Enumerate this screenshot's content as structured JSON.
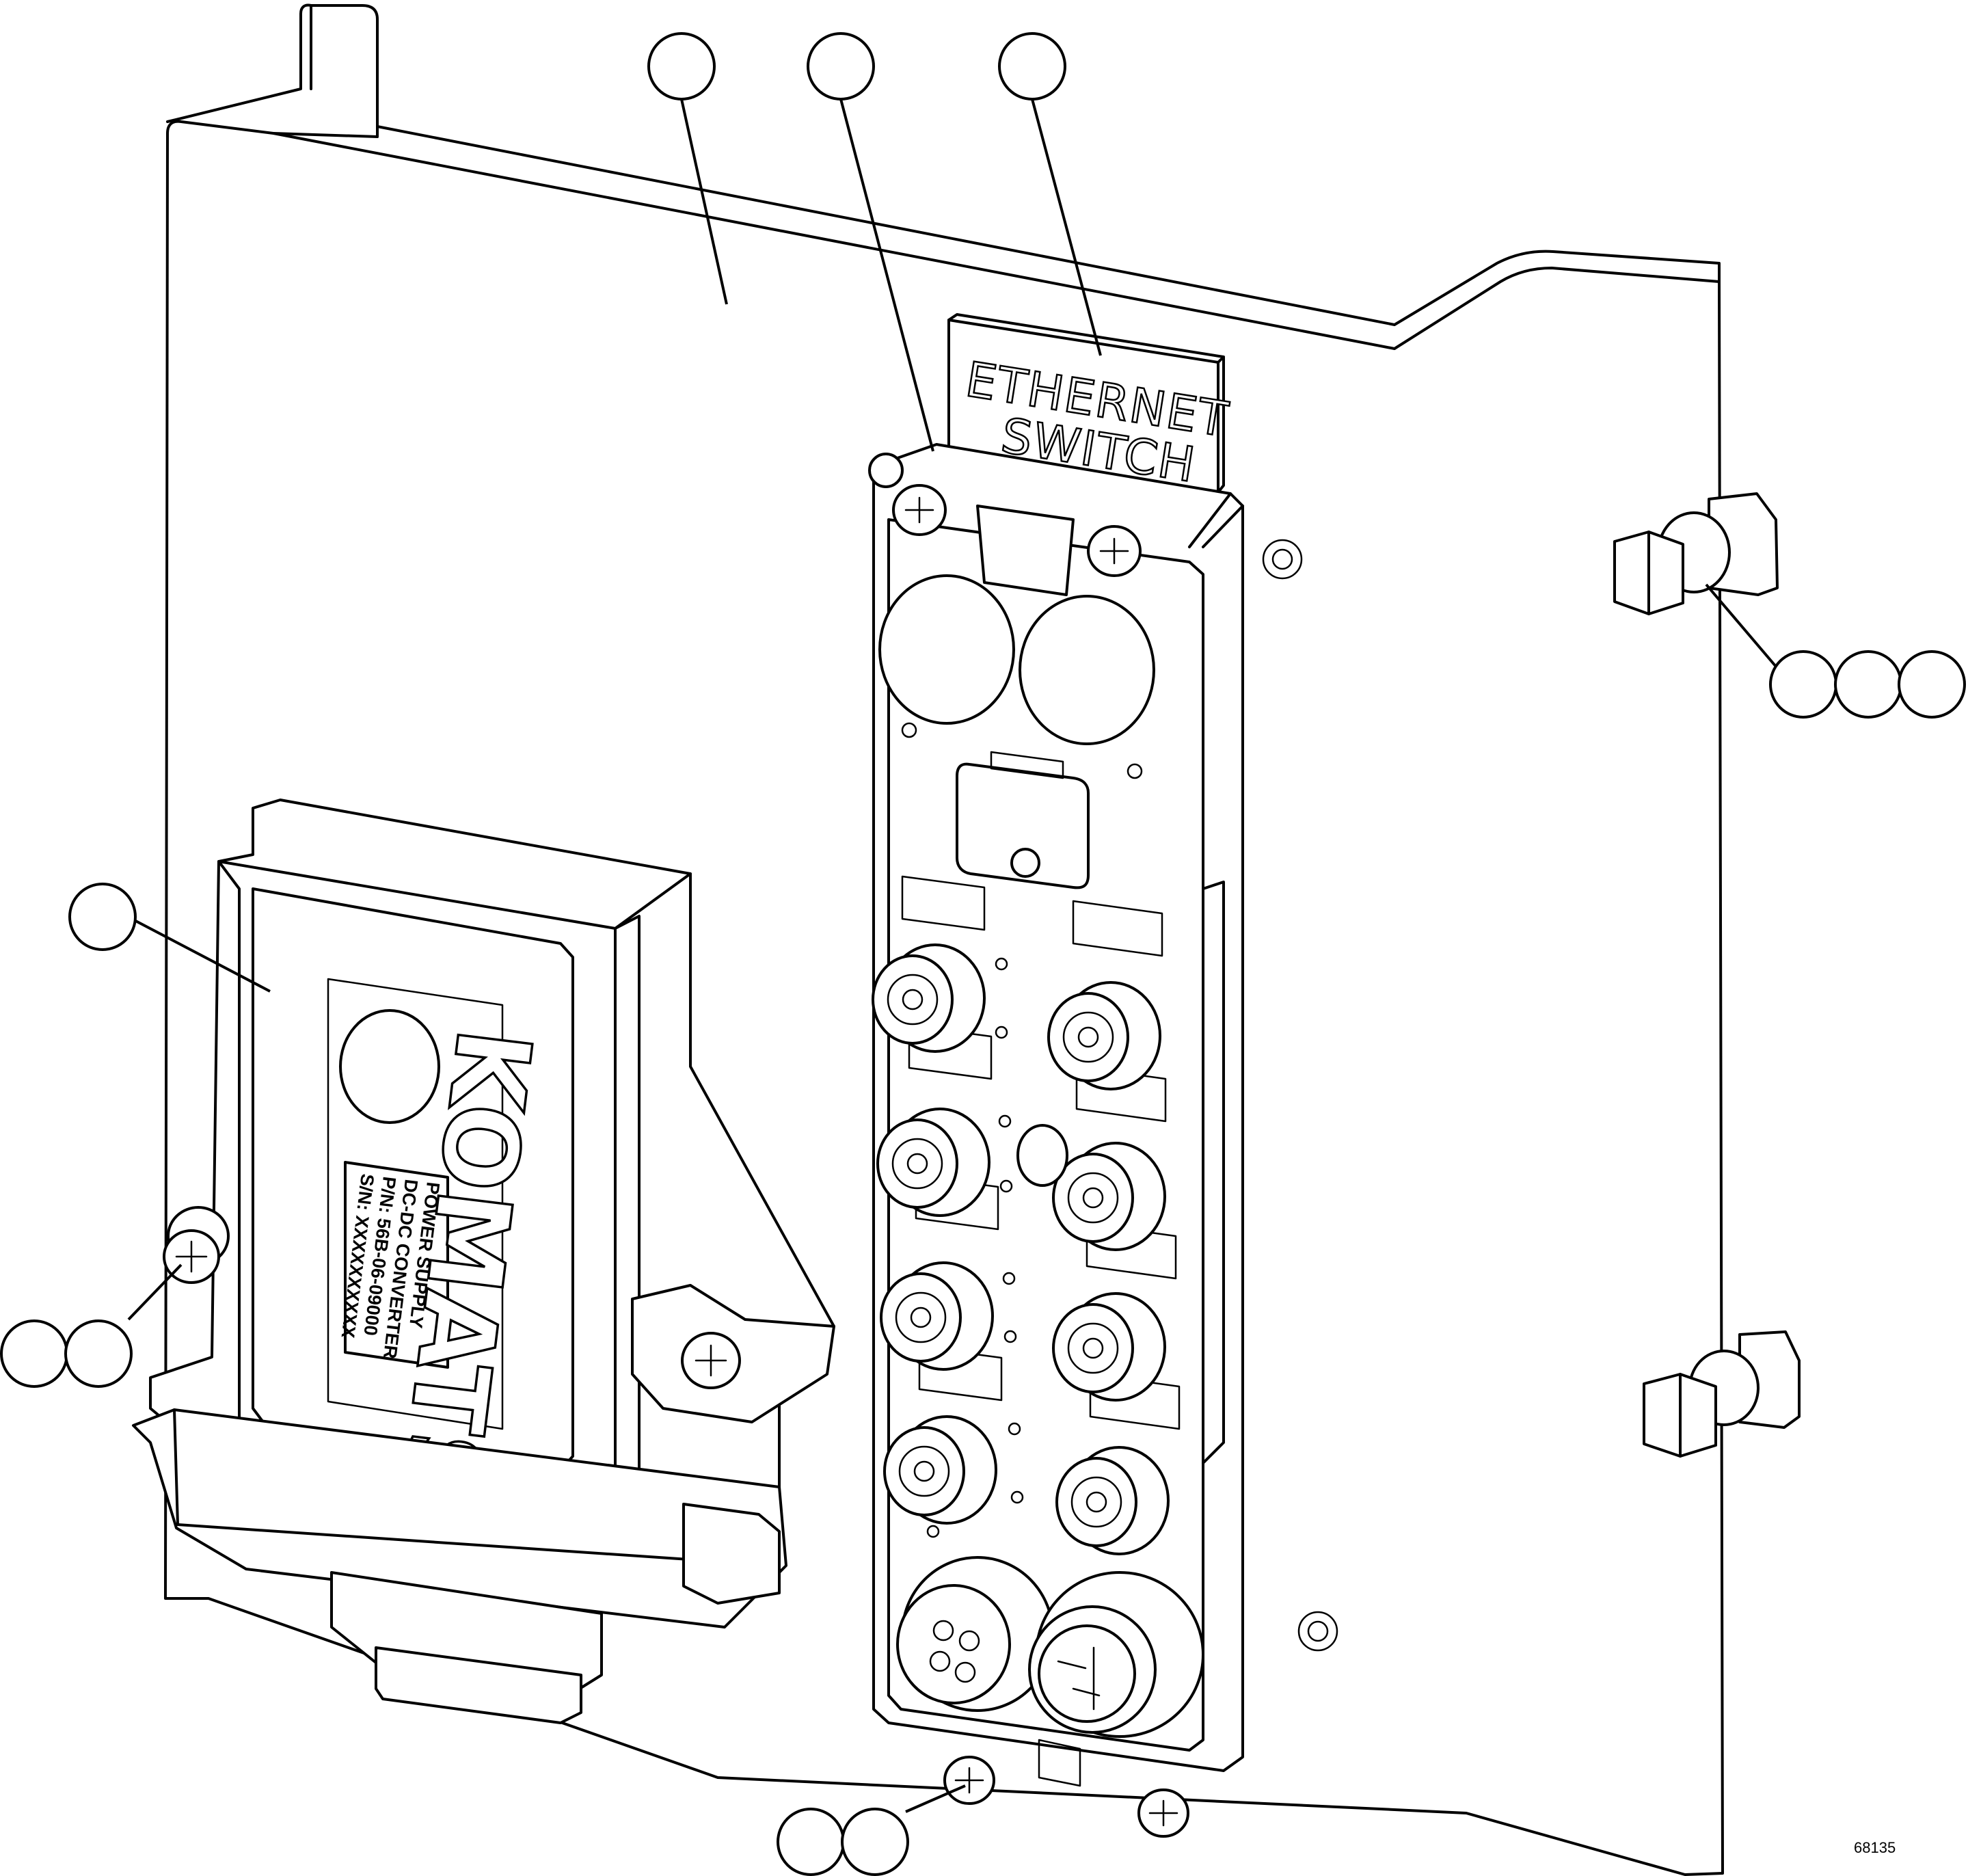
{
  "figure": {
    "number": "68135"
  },
  "switch_label": {
    "line1": "ETHERNET",
    "line2": "SWITCH"
  },
  "power_supply": {
    "brand": "KOMATSU",
    "label_lines": [
      "POWER SUPPLY",
      "DC-DC CONVERTER",
      "P/N: 56B-06-09000",
      "S/N: XXXXXXXXXX"
    ]
  },
  "callouts": [
    {
      "id": "bracket",
      "text": ""
    },
    {
      "id": "ethernet-switch",
      "text": ""
    },
    {
      "id": "switch-label-plate",
      "text": ""
    },
    {
      "id": "bolt-1",
      "text": ""
    },
    {
      "id": "bolt-2",
      "text": ""
    },
    {
      "id": "bolt-3",
      "text": ""
    },
    {
      "id": "power-supply",
      "text": ""
    },
    {
      "id": "screw-left-1",
      "text": ""
    },
    {
      "id": "screw-left-2",
      "text": ""
    },
    {
      "id": "screw-bottom-1",
      "text": ""
    },
    {
      "id": "screw-bottom-2",
      "text": ""
    }
  ]
}
